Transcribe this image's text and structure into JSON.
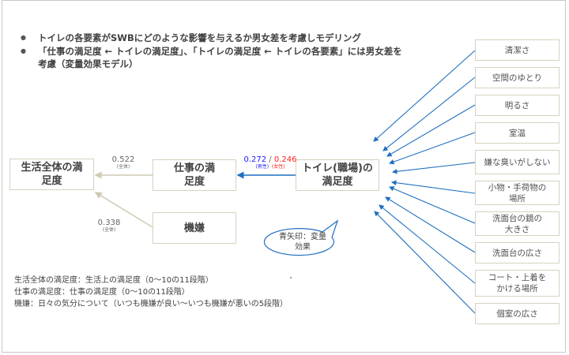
{
  "bullets": [
    "トイレの各要素がSWBにどのような影響を与えるか男女差を考慮しモデリング",
    "「仕事の満足度 ← トイレの満足度」、「トイレの満足度 ← トイレの各要素」には男女差を考慮（変量効果モデル）"
  ],
  "nodes": {
    "life": "生活全体の満足度",
    "work": "仕事の満足度",
    "toilet": "トイレ(職場)の満足度",
    "mood": "機嫌"
  },
  "coefficients": {
    "work_to_life": {
      "value": "0.522",
      "note": "(全体)"
    },
    "mood_to_life": {
      "value": "0.338",
      "note": "(全体)"
    },
    "toilet_to_work": {
      "male": "0.272",
      "sep": " / ",
      "female": "0.246",
      "male_note": "(男性)",
      "female_note": "(女性)",
      "male_color": "#1a1aff",
      "female_color": "#ff2020"
    }
  },
  "callout": "青矢印：変量効果",
  "elements": [
    "清潔さ",
    "空間のゆとり",
    "明るさ",
    "室温",
    "嫌な臭いがしない",
    "小物・手荷物の場所",
    "洗面台の鏡の大きさ",
    "洗面台の広さ",
    "コート・上着をかける場所",
    "個室の広さ"
  ],
  "notes": [
    "生活全体の満足度：生活上の満足度（0～10の11段階）",
    "仕事の満足度：仕事の満足度（0～10の11段階）",
    "機嫌：日々の気分について（いつも機嫌が良い～いつも機嫌が悪いの5段階）"
  ],
  "colors": {
    "blue_arrow": "#1f6fbf",
    "gray_arrow": "#cfcab3",
    "box_border": "#d6d2bf"
  }
}
